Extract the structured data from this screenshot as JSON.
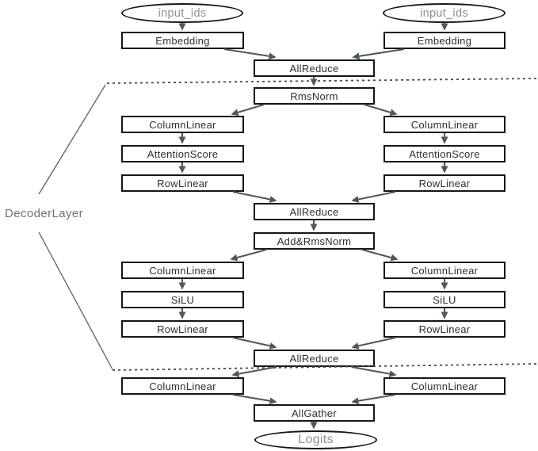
{
  "diagram": {
    "type": "flowchart",
    "description_visible_only": "tensor-parallel transformer forward graph, two parallel branches",
    "labels": {
      "input_ids": "input_ids",
      "embedding": "Embedding",
      "allreduce": "AllReduce",
      "rmsnorm": "RmsNorm",
      "columnlinear": "ColumnLinear",
      "attentionscore": "AttentionScore",
      "rowlinear": "RowLinear",
      "add_rmsnorm": "Add&RmsNorm",
      "silu": "SiLU",
      "allgather": "AllGather",
      "logits": "Logits",
      "decoder_layer": "DecoderLayer"
    },
    "nodes": [
      {
        "id": "input_ids_left",
        "label": "input_ids",
        "shape": "ellipse"
      },
      {
        "id": "input_ids_right",
        "label": "input_ids",
        "shape": "ellipse"
      },
      {
        "id": "embedding_left",
        "label": "Embedding",
        "shape": "rect"
      },
      {
        "id": "embedding_right",
        "label": "Embedding",
        "shape": "rect"
      },
      {
        "id": "allreduce_embedding",
        "label": "AllReduce",
        "shape": "rect"
      },
      {
        "id": "rmsnorm",
        "label": "RmsNorm",
        "shape": "rect"
      },
      {
        "id": "attn_columnlinear_left",
        "label": "ColumnLinear",
        "shape": "rect"
      },
      {
        "id": "attn_attentionscore_left",
        "label": "AttentionScore",
        "shape": "rect"
      },
      {
        "id": "attn_rowlinear_left",
        "label": "RowLinear",
        "shape": "rect"
      },
      {
        "id": "attn_columnlinear_right",
        "label": "ColumnLinear",
        "shape": "rect"
      },
      {
        "id": "attn_attentionscore_right",
        "label": "AttentionScore",
        "shape": "rect"
      },
      {
        "id": "attn_rowlinear_right",
        "label": "RowLinear",
        "shape": "rect"
      },
      {
        "id": "allreduce_attention",
        "label": "AllReduce",
        "shape": "rect"
      },
      {
        "id": "add_rmsnorm",
        "label": "Add&RmsNorm",
        "shape": "rect"
      },
      {
        "id": "mlp_columnlinear_left",
        "label": "ColumnLinear",
        "shape": "rect"
      },
      {
        "id": "mlp_silu_left",
        "label": "SiLU",
        "shape": "rect"
      },
      {
        "id": "mlp_rowlinear_left",
        "label": "RowLinear",
        "shape": "rect"
      },
      {
        "id": "mlp_columnlinear_right",
        "label": "ColumnLinear",
        "shape": "rect"
      },
      {
        "id": "mlp_silu_right",
        "label": "SiLU",
        "shape": "rect"
      },
      {
        "id": "mlp_rowlinear_right",
        "label": "RowLinear",
        "shape": "rect"
      },
      {
        "id": "allreduce_mlp",
        "label": "AllReduce",
        "shape": "rect"
      },
      {
        "id": "head_columnlinear_left",
        "label": "ColumnLinear",
        "shape": "rect"
      },
      {
        "id": "head_columnlinear_right",
        "label": "ColumnLinear",
        "shape": "rect"
      },
      {
        "id": "allgather",
        "label": "AllGather",
        "shape": "rect"
      },
      {
        "id": "logits",
        "label": "Logits",
        "shape": "ellipse"
      }
    ],
    "edges": [
      [
        "input_ids_left",
        "embedding_left"
      ],
      [
        "input_ids_right",
        "embedding_right"
      ],
      [
        "embedding_left",
        "allreduce_embedding"
      ],
      [
        "embedding_right",
        "allreduce_embedding"
      ],
      [
        "allreduce_embedding",
        "rmsnorm"
      ],
      [
        "rmsnorm",
        "attn_columnlinear_left"
      ],
      [
        "rmsnorm",
        "attn_columnlinear_right"
      ],
      [
        "attn_columnlinear_left",
        "attn_attentionscore_left"
      ],
      [
        "attn_attentionscore_left",
        "attn_rowlinear_left"
      ],
      [
        "attn_columnlinear_right",
        "attn_attentionscore_right"
      ],
      [
        "attn_attentionscore_right",
        "attn_rowlinear_right"
      ],
      [
        "attn_rowlinear_left",
        "allreduce_attention"
      ],
      [
        "attn_rowlinear_right",
        "allreduce_attention"
      ],
      [
        "allreduce_attention",
        "add_rmsnorm"
      ],
      [
        "add_rmsnorm",
        "mlp_columnlinear_left"
      ],
      [
        "add_rmsnorm",
        "mlp_columnlinear_right"
      ],
      [
        "mlp_columnlinear_left",
        "mlp_silu_left"
      ],
      [
        "mlp_silu_left",
        "mlp_rowlinear_left"
      ],
      [
        "mlp_columnlinear_right",
        "mlp_silu_right"
      ],
      [
        "mlp_silu_right",
        "mlp_rowlinear_right"
      ],
      [
        "mlp_rowlinear_left",
        "allreduce_mlp"
      ],
      [
        "mlp_rowlinear_right",
        "allreduce_mlp"
      ],
      [
        "allreduce_mlp",
        "head_columnlinear_left"
      ],
      [
        "allreduce_mlp",
        "head_columnlinear_right"
      ],
      [
        "head_columnlinear_left",
        "allgather"
      ],
      [
        "head_columnlinear_right",
        "allgather"
      ],
      [
        "allgather",
        "logits"
      ]
    ],
    "annotation": {
      "label": "DecoderLayer",
      "marks": "region between the two dashed boundary lines"
    },
    "colors": {
      "background": "#ffffff",
      "box_border": "#161616",
      "box_text": "#2e2e2e",
      "arrow": "#4e565f",
      "dashed_line": "#45494f",
      "muted_text": "#8d9198",
      "annotation_text": "#6d727a"
    }
  }
}
